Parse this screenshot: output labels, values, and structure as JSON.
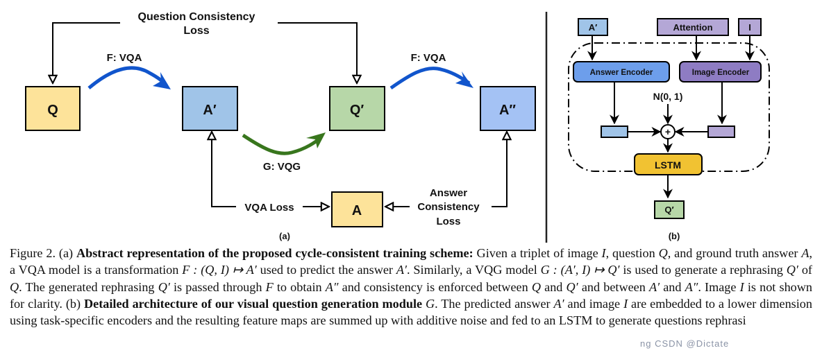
{
  "figure": {
    "panel_a": {
      "nodes": {
        "q": "Q",
        "a_prime": "A′",
        "q_prime": "Q′",
        "a_double_prime": "A″",
        "a": "A"
      },
      "edge_labels": {
        "vqa_1": "F: VQA",
        "vqa_2": "F: VQA",
        "vqg": "G: VQG",
        "question_consistency_line1": "Question Consistency",
        "question_consistency_line2": "Loss",
        "vqa_loss": "VQA Loss",
        "answer_consistency_line1": "Answer",
        "answer_consistency_line2": "Consistency",
        "answer_consistency_line3": "Loss"
      },
      "panel_label": "(a)"
    },
    "panel_b": {
      "inputs": {
        "a_prime": "A′",
        "attention": "Attention",
        "image": "I"
      },
      "answer_encoder": "Answer Encoder",
      "image_encoder": "Image Encoder",
      "noise": "N(0, 1)",
      "sum_symbol": "+",
      "lstm": "LSTM",
      "output": "Q′",
      "panel_label": "(b)"
    },
    "colors": {
      "yellow_box": "#fde39a",
      "blue_box": "#a0c4e8",
      "green_box": "#b7d7a8",
      "blue2_box": "#a4c2f4",
      "answer_encoder": "#6d9eeb",
      "image_encoder": "#8e7cc3",
      "purple_box": "#b4a7d6",
      "lstm": "#f1c232",
      "vqa_arrow": "#1155cc",
      "vqg_arrow": "#38761d"
    }
  },
  "caption": {
    "fig_num": "Figure 2. (a) ",
    "bold_a": "Abstract representation of the proposed cycle-consistent training scheme:",
    "t1": " Given a triplet of image ",
    "t2": ", question ",
    "t3": ", and ground truth answer ",
    "t4": ", a VQA model is a transformation ",
    "t5": " used to predict the answer ",
    "t6": ". Similarly, a VQG model ",
    "t7": " is used to generate a rephrasing ",
    "t8": " of ",
    "t9": ". The generated rephrasing ",
    "t10": " is passed through ",
    "t11": " to obtain ",
    "t12": " and consistency is enforced between ",
    "t13": " and ",
    "t14": " and between ",
    "t15": " and ",
    "t16": ". Image ",
    "t17": " is not shown for clarity. (b) ",
    "bold_b": "Detailed architecture of our visual question generation module",
    "t18": " ",
    "t19": ". The predicted answer ",
    "t20": " and image ",
    "t21": " are embedded to a lower dimension using task-specific encoders and the resulting feature maps are summed up with additive noise and fed to an LSTM to generate questions rephrasi",
    "m_I": "I",
    "m_Q": "Q",
    "m_A": "A",
    "m_F_map": "F : (Q, I) ↦ A′",
    "m_Aprime": "A′",
    "m_G_map": "G : (A′, I) ↦ Q′",
    "m_Qprime": "Q′",
    "m_F": "F",
    "m_App": "A″",
    "m_G": "G"
  },
  "watermark": "ng CSDN @Dictate"
}
